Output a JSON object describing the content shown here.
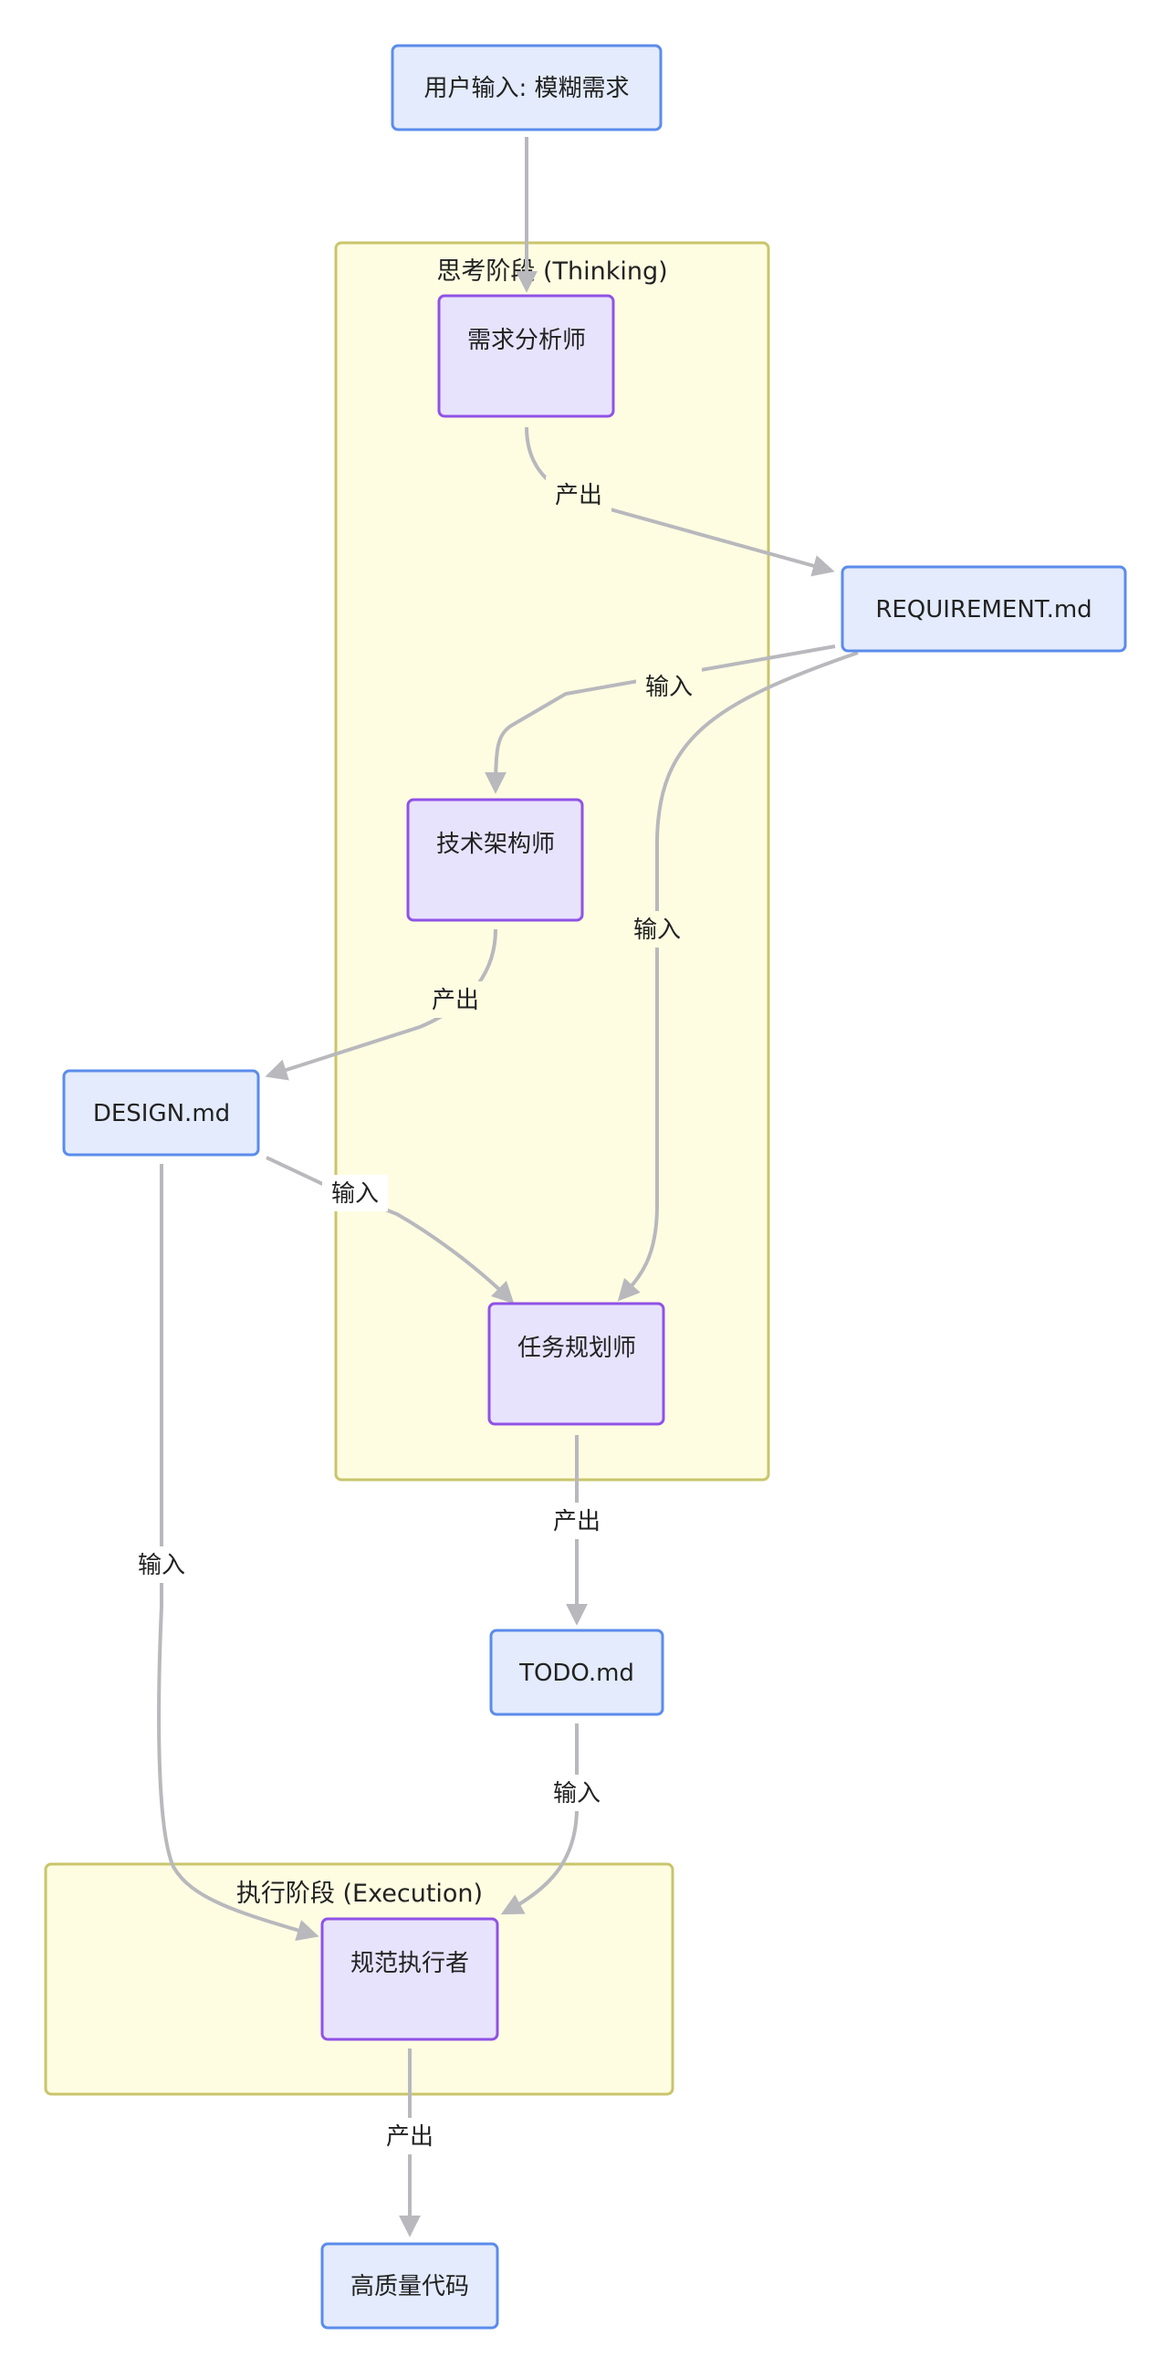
{
  "colors": {
    "doc_fill": "#e3ebfc",
    "doc_stroke": "#5b8ceb",
    "agent_fill": "#e8e3fd",
    "agent_stroke": "#9052e6",
    "group_fill": "#fefde2",
    "group_stroke": "#c9c56b",
    "edge": "#b8b8bd",
    "text": "#222222"
  },
  "groups": {
    "thinking": {
      "label": "思考阶段 (Thinking)"
    },
    "execution": {
      "label": "执行阶段 (Execution)"
    }
  },
  "nodes": {
    "user_input": {
      "label": "用户输入: 模糊需求"
    },
    "requirement_analyst": {
      "label": "需求分析师"
    },
    "requirement_md": {
      "label": "REQUIREMENT.md"
    },
    "tech_architect": {
      "label": "技术架构师"
    },
    "design_md": {
      "label": "DESIGN.md"
    },
    "task_planner": {
      "label": "任务规划师"
    },
    "todo_md": {
      "label": "TODO.md"
    },
    "spec_executor": {
      "label": "规范执行者"
    },
    "quality_code": {
      "label": "高质量代码"
    }
  },
  "edges": {
    "analyst_to_req": {
      "label": "产出"
    },
    "req_to_architect": {
      "label": "输入"
    },
    "req_to_planner": {
      "label": "输入"
    },
    "architect_to_design": {
      "label": "产出"
    },
    "design_to_planner": {
      "label": "输入"
    },
    "planner_to_todo": {
      "label": "产出"
    },
    "design_to_executor": {
      "label": "输入"
    },
    "todo_to_executor": {
      "label": "输入"
    },
    "executor_to_code": {
      "label": "产出"
    }
  }
}
